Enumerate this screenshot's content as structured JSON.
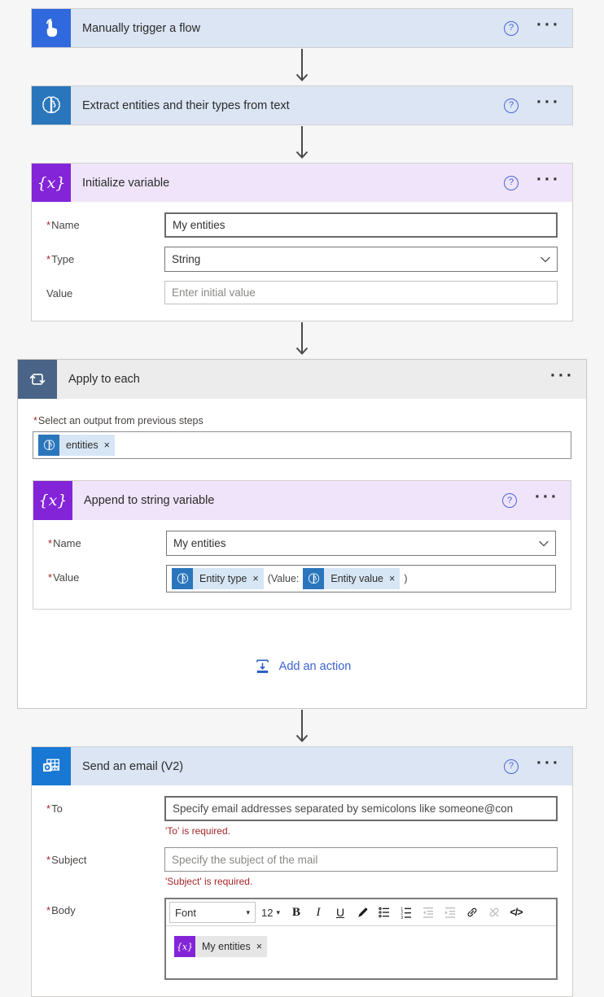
{
  "icons": {
    "help_glyph": "?",
    "more_glyph": "···",
    "close_glyph": "×",
    "dropdown_glyph": "▾"
  },
  "misc": {
    "required_mark": "*"
  },
  "trigger_card": {
    "title": "Manually trigger a flow"
  },
  "extract_card": {
    "title": "Extract entities and their types from text"
  },
  "init_card": {
    "title": "Initialize variable",
    "fields": {
      "name": {
        "label": "Name",
        "value": "My entities"
      },
      "type": {
        "label": "Type",
        "value": "String"
      },
      "value": {
        "label": "Value",
        "placeholder": "Enter initial value"
      }
    }
  },
  "apply_card": {
    "title": "Apply to each",
    "select_label": "Select an output from previous steps",
    "output_token": {
      "label": "entities"
    }
  },
  "append_card": {
    "title": "Append to string variable",
    "fields": {
      "name": {
        "label": "Name",
        "value": "My entities"
      },
      "value": {
        "label": "Value",
        "token1": "Entity type",
        "literal_mid": "(Value:",
        "token2": "Entity value",
        "literal_end": ")"
      }
    }
  },
  "add_action": {
    "label": "Add an action"
  },
  "email_card": {
    "title": "Send an email (V2)",
    "fields": {
      "to": {
        "label": "To",
        "placeholder": "Specify email addresses separated by semicolons like someone@con",
        "error": "'To' is required."
      },
      "subject": {
        "label": "Subject",
        "placeholder": "Specify the subject of the mail",
        "error": "'Subject' is required."
      },
      "body": {
        "label": "Body",
        "token": "My entities"
      }
    },
    "toolbar": {
      "font": "Font",
      "size": "12",
      "bold": "B",
      "italic": "I",
      "underline": "U",
      "code": "</>"
    }
  },
  "colors": {
    "trigger_icon_bg": "#3069de",
    "ai_icon_bg": "#2a76bc",
    "variable_icon_bg": "#8324d8",
    "loop_icon_bg": "#4a6487",
    "email_icon_bg": "#1878d4",
    "blue_header_bg": "#dbe5f4",
    "purple_header_bg": "#efe4f9",
    "gray_header_bg": "#ececec",
    "error_red": "#a4262c",
    "link_blue": "#3b63d4",
    "token_blue_bg": "#d7e6f5",
    "token_gray_bg": "#e6e6e6",
    "arrow_gray": "#4a4a4a"
  }
}
